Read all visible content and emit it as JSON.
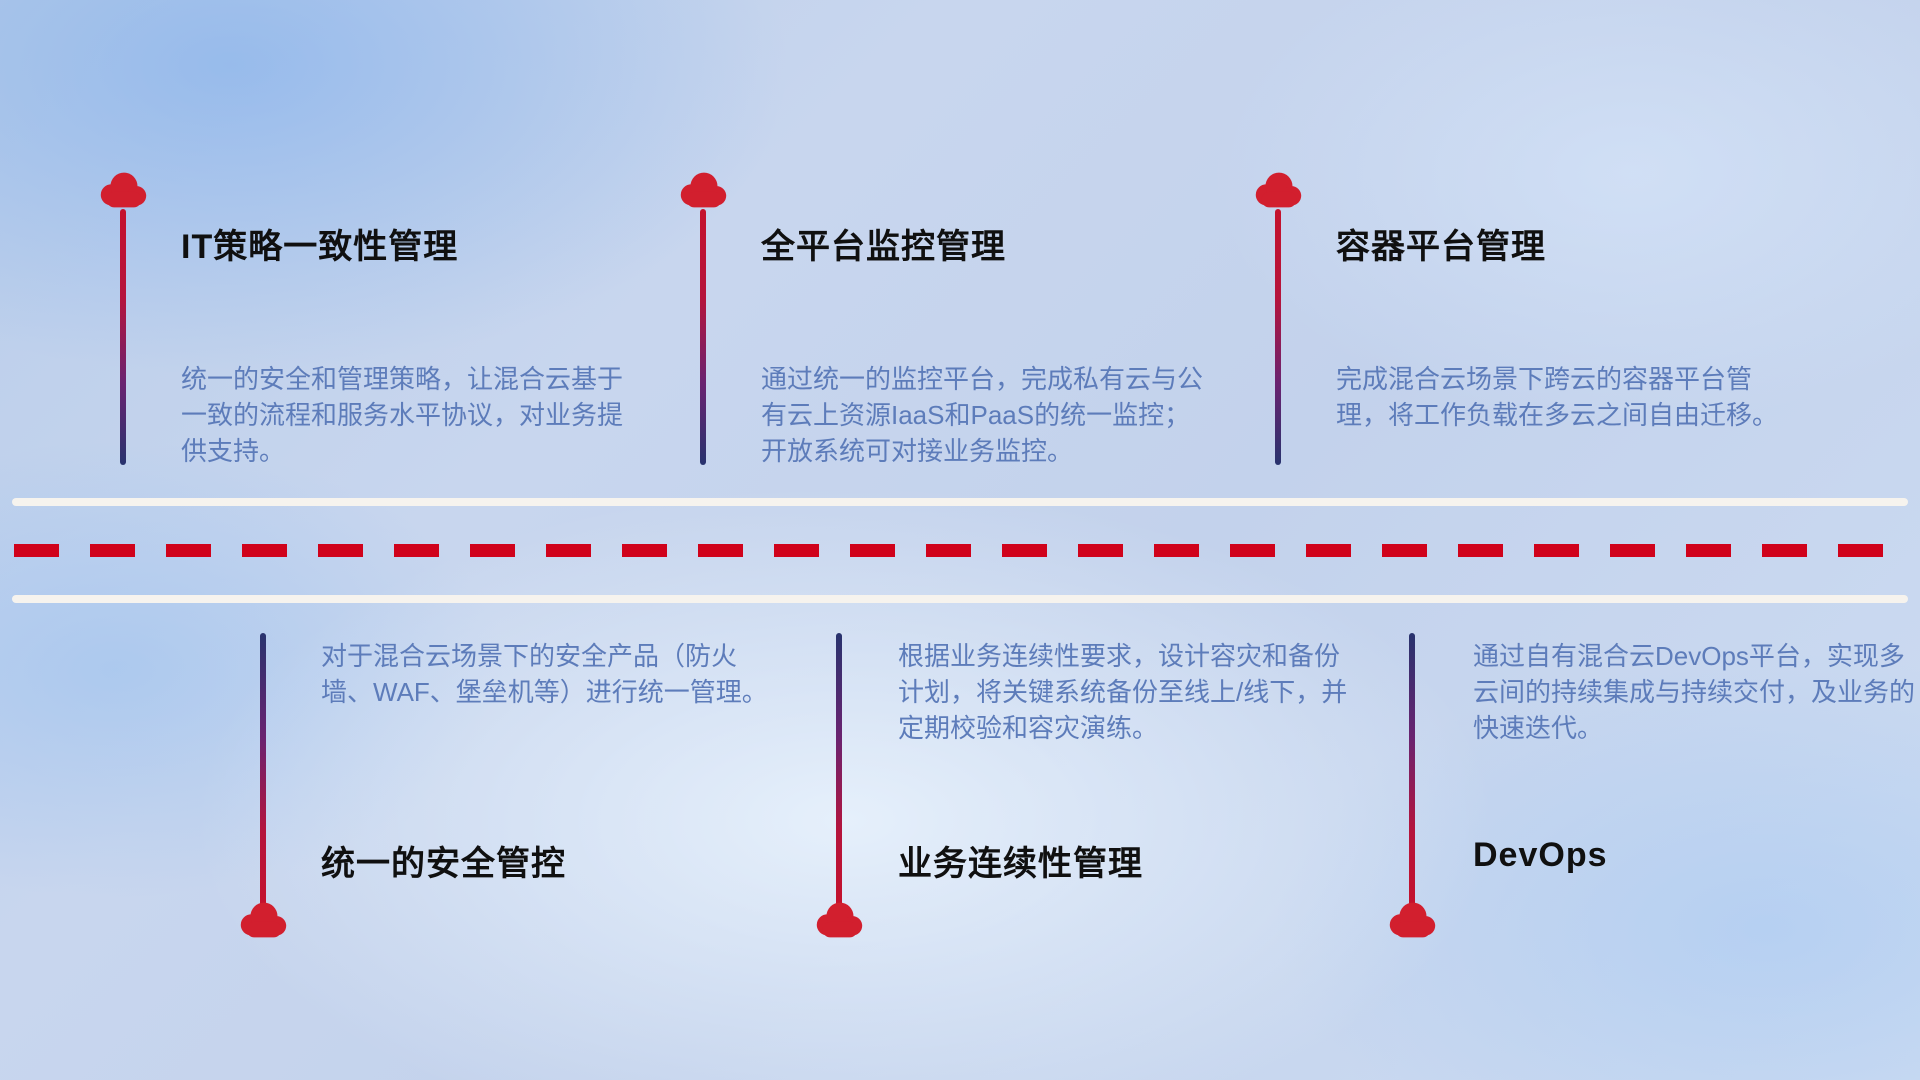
{
  "colors": {
    "cloud_red": "#d21f2e",
    "dash_red": "#d0021b",
    "road_white": "#f6f3ee",
    "title_text": "#101010",
    "description_text": "#5d7cba",
    "stick_gradient_top": "#c5122c",
    "stick_gradient_bottom": "#28336e"
  },
  "top_items": [
    {
      "title": "IT策略一致性管理",
      "desc": "统一的安全和管理策略，让混合云基于一致的流程和服务水平协议，对业务提供支持。"
    },
    {
      "title": "全平台监控管理",
      "desc": "通过统一的监控平台，完成私有云与公有云上资源IaaS和PaaS的统一监控；开放系统可对接业务监控。"
    },
    {
      "title": "容器平台管理",
      "desc": "完成混合云场景下跨云的容器平台管理，将工作负载在多云之间自由迁移。"
    }
  ],
  "bottom_items": [
    {
      "title": "统一的安全管控",
      "desc": "对于混合云场景下的安全产品（防火墙、WAF、堡垒机等）进行统一管理。"
    },
    {
      "title": "业务连续性管理",
      "desc": "根据业务连续性要求，设计容灾和备份计划，将关键系统备份至线上/线下，并定期校验和容灾演练。"
    },
    {
      "title": "DevOps",
      "desc": "通过自有混合云DevOps平台，实现多云间的持续集成与持续交付，及业务的快速迭代。"
    }
  ]
}
